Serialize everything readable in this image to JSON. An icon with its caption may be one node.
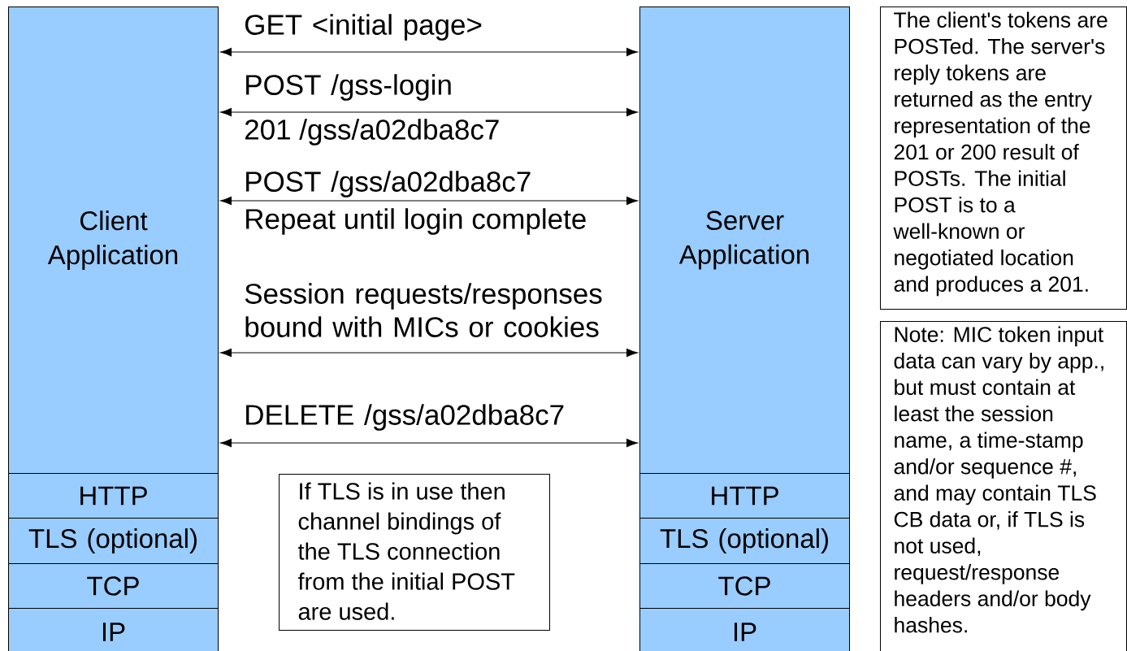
{
  "diagram": {
    "nodes": [
      {
        "text": [
          "Client Application"
        ]
      },
      {
        "text": [
          "HTTP"
        ]
      },
      {
        "text": [
          "TLS (optional)"
        ]
      },
      {
        "text": [
          "TCP"
        ]
      },
      {
        "text": [
          "IP"
        ]
      },
      {
        "text": [
          "Server Application"
        ]
      },
      {
        "text": [
          "HTTP"
        ]
      },
      {
        "text": [
          "TLS (optional)"
        ]
      },
      {
        "text": [
          "TCP"
        ]
      },
      {
        "text": [
          "IP"
        ]
      },
      {
        "text": [
          "If TLS is in use then channel bindings of the TLS connection from the initial POST are used."
        ]
      },
      {
        "text": [
          "The client's tokens are POSTed.  The server's reply tokens are returned as the entry representation of the 201 or 200 result of POSTs. The initial POST is to a well-known or negotiated location and produces a 201."
        ]
      },
      {
        "text": [
          "Note: MIC token input data can vary by app., but must contain at least the session name, a time-stamp and/or sequence #, and may contain TLS CB data or, if TLS is not used, request/response headers and/or body hashes."
        ]
      }
    ],
    "edges": [
      {
        "from": 0,
        "to": 5,
        "arrow": "both",
        "label": "GET <initial page>"
      },
      {
        "from": 0,
        "to": 5,
        "arrow": "both",
        "label": "POST /gss-login"
      },
      {
        "from": 0,
        "to": 5,
        "arrow": "both",
        "label": "POST /gss/a02dba8c7"
      },
      {
        "from": 0,
        "to": 5,
        "arrow": "both",
        "label": "Session requests/responses bound with MICs or cookies"
      },
      {
        "from": 0,
        "to": 5,
        "arrow": "both",
        "label": "DELETE /gss/a02dba8c7"
      }
    ],
    "labels": [
      "201 /gss/a02dba8c7",
      "Repeat until login complete"
    ]
  }
}
